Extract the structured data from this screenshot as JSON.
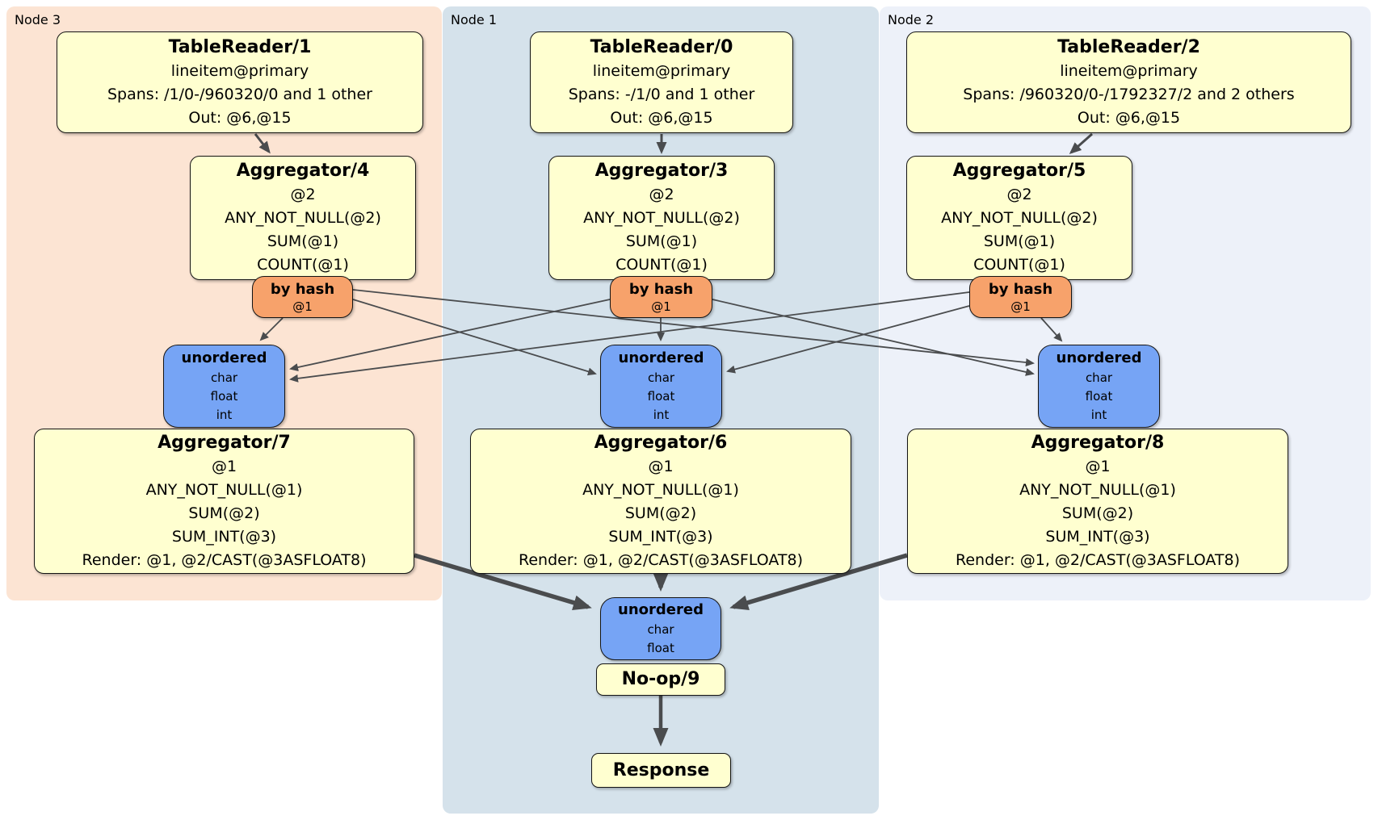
{
  "regions": {
    "node3": {
      "label": "Node 3"
    },
    "node1": {
      "label": "Node 1"
    },
    "node2": {
      "label": "Node 2"
    }
  },
  "processors": {
    "tr1": {
      "title": "TableReader/1",
      "lines": [
        "lineitem@primary",
        "Spans: /1/0-/960320/0 and 1 other",
        "Out: @6,@15"
      ]
    },
    "tr0": {
      "title": "TableReader/0",
      "lines": [
        "lineitem@primary",
        "Spans: -/1/0 and 1 other",
        "Out: @6,@15"
      ]
    },
    "tr2": {
      "title": "TableReader/2",
      "lines": [
        "lineitem@primary",
        "Spans: /960320/0-/1792327/2 and 2 others",
        "Out: @6,@15"
      ]
    },
    "agg4": {
      "title": "Aggregator/4",
      "lines": [
        "@2",
        "ANY_NOT_NULL(@2)",
        "SUM(@1)",
        "COUNT(@1)"
      ]
    },
    "agg3": {
      "title": "Aggregator/3",
      "lines": [
        "@2",
        "ANY_NOT_NULL(@2)",
        "SUM(@1)",
        "COUNT(@1)"
      ]
    },
    "agg5": {
      "title": "Aggregator/5",
      "lines": [
        "@2",
        "ANY_NOT_NULL(@2)",
        "SUM(@1)",
        "COUNT(@1)"
      ]
    },
    "agg7": {
      "title": "Aggregator/7",
      "lines": [
        "@1",
        "ANY_NOT_NULL(@1)",
        "SUM(@2)",
        "SUM_INT(@3)",
        "Render: @1, @2/CAST(@3ASFLOAT8)"
      ]
    },
    "agg6": {
      "title": "Aggregator/6",
      "lines": [
        "@1",
        "ANY_NOT_NULL(@1)",
        "SUM(@2)",
        "SUM_INT(@3)",
        "Render: @1, @2/CAST(@3ASFLOAT8)"
      ]
    },
    "agg8": {
      "title": "Aggregator/8",
      "lines": [
        "@1",
        "ANY_NOT_NULL(@1)",
        "SUM(@2)",
        "SUM_INT(@3)",
        "Render: @1, @2/CAST(@3ASFLOAT8)"
      ]
    },
    "noop": {
      "title": "No-op/9"
    },
    "response": {
      "title": "Response"
    }
  },
  "routers": {
    "hash3": {
      "title": "by hash",
      "detail": "@1"
    },
    "hash1": {
      "title": "by hash",
      "detail": "@1"
    },
    "hash2": {
      "title": "by hash",
      "detail": "@1"
    }
  },
  "syncs": {
    "unordered3": {
      "title": "unordered",
      "streams": [
        "char",
        "float",
        "int"
      ]
    },
    "unordered1": {
      "title": "unordered",
      "streams": [
        "char",
        "float",
        "int"
      ]
    },
    "unordered2": {
      "title": "unordered",
      "streams": [
        "char",
        "float",
        "int"
      ]
    },
    "final": {
      "title": "unordered",
      "streams": [
        "char",
        "float"
      ]
    }
  },
  "colors": {
    "node3-bg": "#fce4d3",
    "node1-bg": "#d5e2eb",
    "node2-bg": "#edf1f9",
    "processor-bg": "#ffffd0",
    "router-bg": "#f7a26b",
    "sync-bg": "#76a4f5",
    "edge": "#4a4c4e"
  }
}
